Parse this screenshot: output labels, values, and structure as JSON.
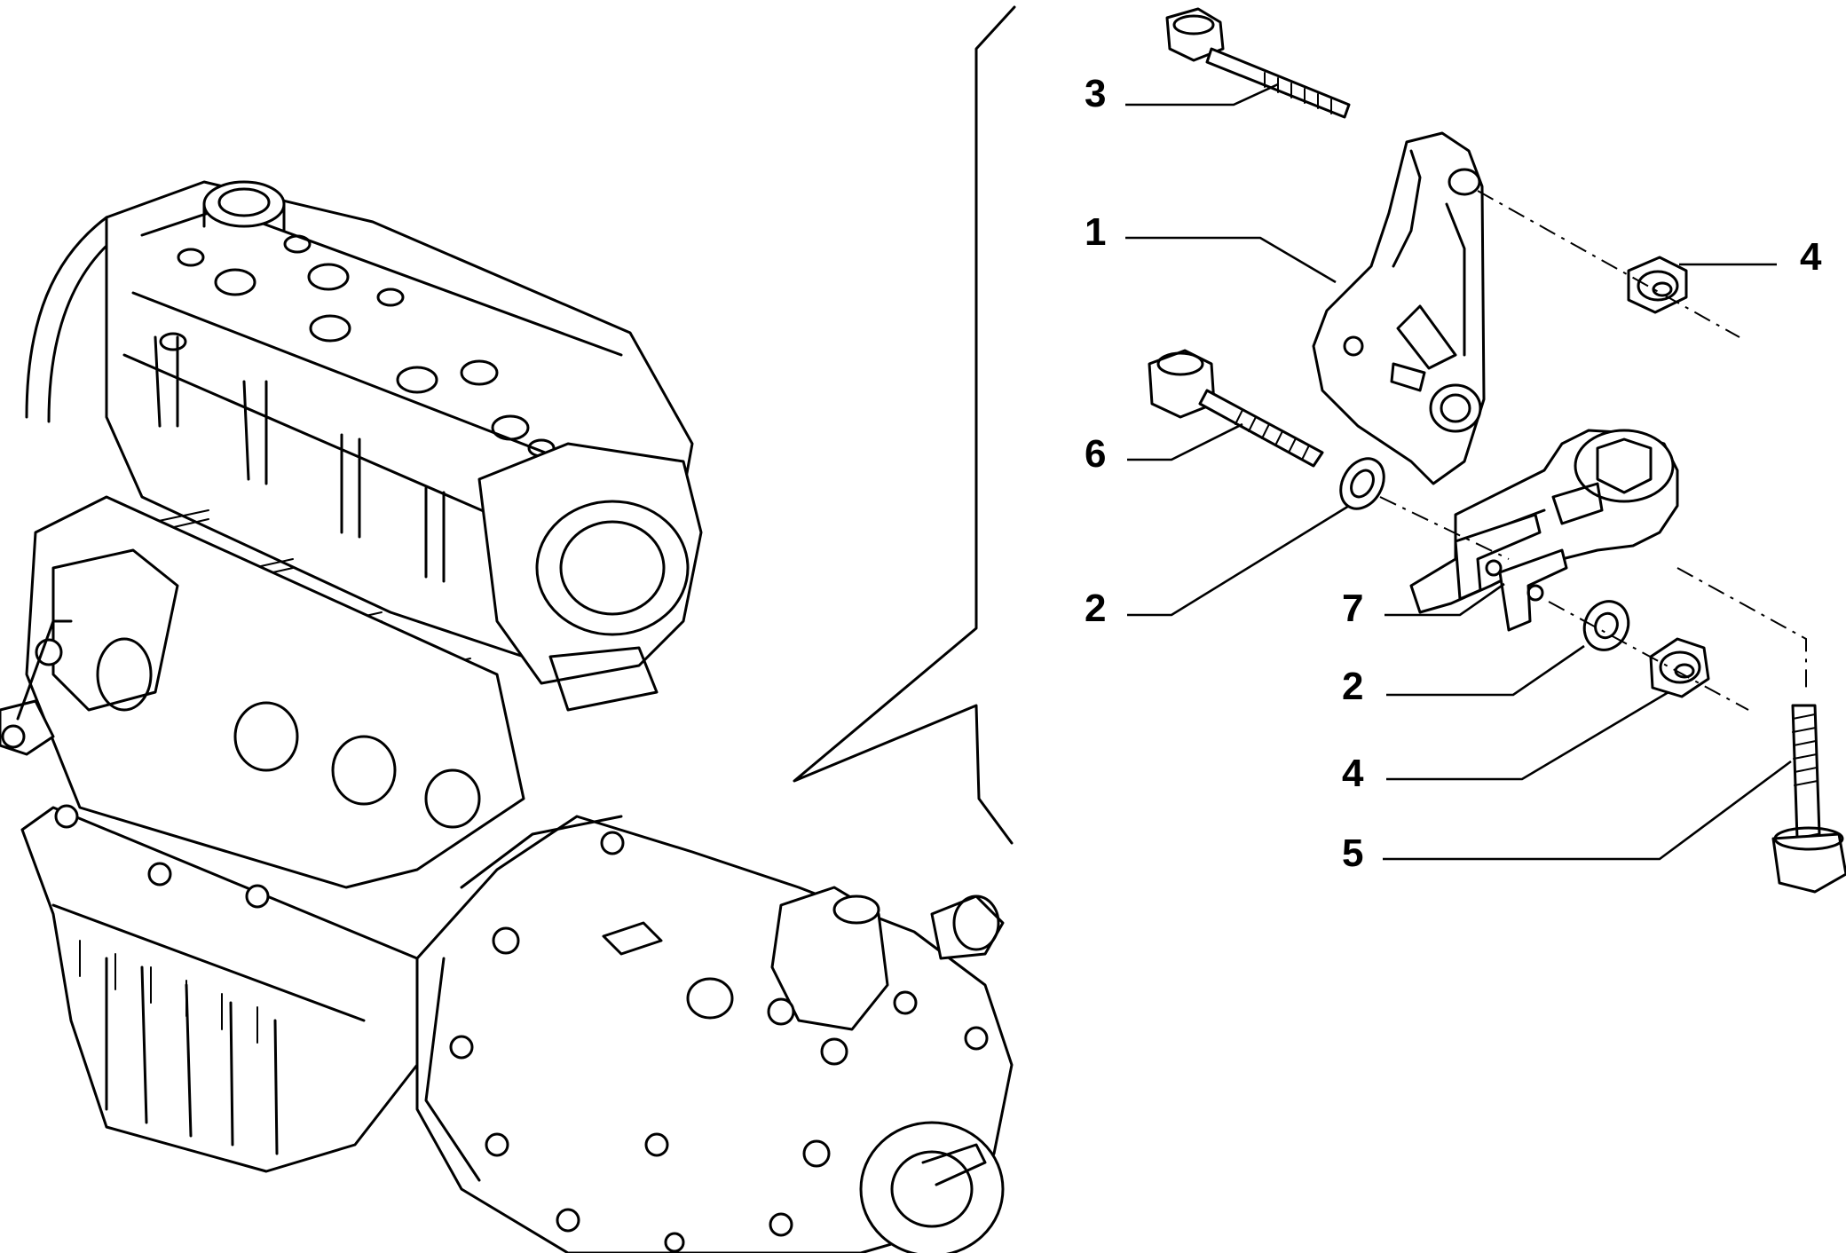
{
  "callouts": {
    "c1": "1",
    "c2a": "2",
    "c2b": "2",
    "c3": "3",
    "c4a": "4",
    "c4b": "4",
    "c5": "5",
    "c6": "6",
    "c7": "7"
  },
  "colors": {
    "line": "#000000",
    "background": "#ffffff"
  }
}
